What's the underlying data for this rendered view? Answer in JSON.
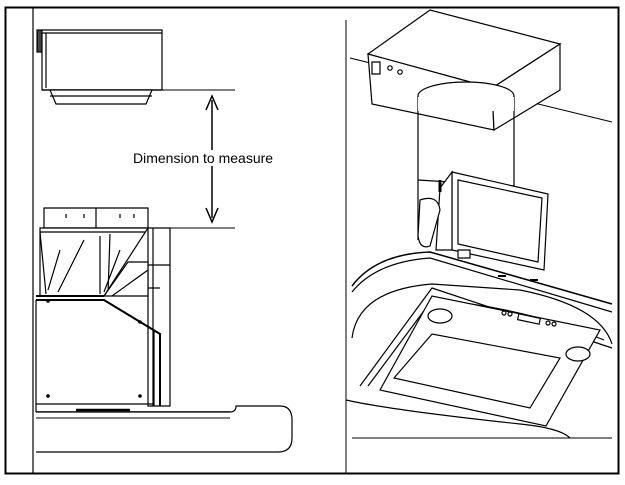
{
  "diagram": {
    "dimension_label": "Dimension to measure",
    "stroke_color": "#000000",
    "background_color": "#ffffff",
    "panels": [
      {
        "view": "side-view",
        "components": [
          "upper-mounting-bracket",
          "chimney-cover",
          "hood-body",
          "wall",
          "countertop"
        ]
      },
      {
        "view": "perspective-view",
        "components": [
          "ceiling-box",
          "duct",
          "filter-panel",
          "hood-canopy",
          "control-panel",
          "lights"
        ]
      }
    ],
    "icons": [
      "dimension-arrow-icon",
      "vertical-divider"
    ]
  }
}
